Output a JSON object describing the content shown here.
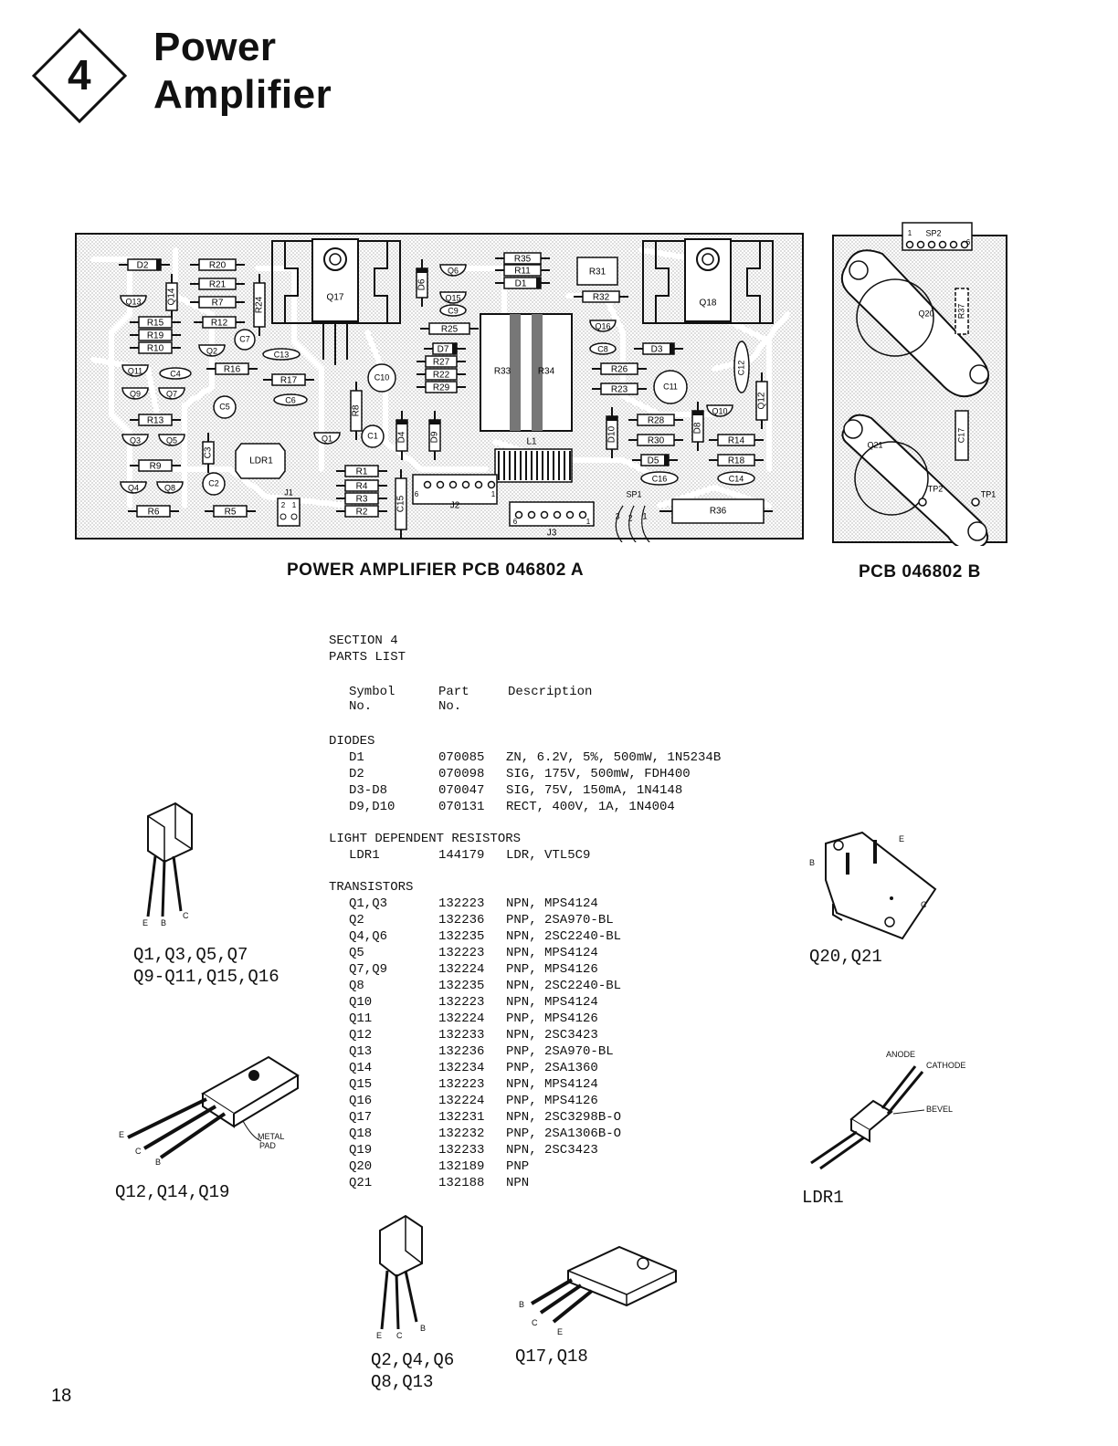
{
  "header": {
    "section_number": "4",
    "title_line1": "Power",
    "title_line2": "Amplifier"
  },
  "pcb": {
    "caption_a": "POWER AMPLIFIER PCB 046802 A",
    "caption_b": "PCB 046802 B",
    "components_a": [
      "D2",
      "R20",
      "R21",
      "R7",
      "R24",
      "Q14",
      "Q13",
      "R15",
      "R19",
      "R10",
      "R12",
      "C7",
      "Q2",
      "C13",
      "Q11",
      "C4",
      "R16",
      "R17",
      "C6",
      "Q9",
      "Q7",
      "C5",
      "R13",
      "Q3",
      "Q5",
      "C3",
      "LDR1",
      "R9",
      "C2",
      "Q4",
      "Q8",
      "R6",
      "R5",
      "J1",
      "Q17",
      "D6",
      "Q6",
      "R35",
      "R11",
      "D1",
      "R31",
      "R32",
      "Q15",
      "C9",
      "R25",
      "Q16",
      "D7",
      "C8",
      "D3",
      "R27",
      "R22",
      "R29",
      "R33",
      "R34",
      "R26",
      "R23",
      "C10",
      "C11",
      "C12",
      "R8",
      "D4",
      "D9",
      "Q1",
      "C1",
      "L1",
      "Q18",
      "D10",
      "R28",
      "D8",
      "Q10",
      "Q12",
      "R30",
      "R14",
      "D5",
      "R18",
      "C16",
      "C14",
      "R1",
      "R4",
      "R3",
      "R2",
      "C15",
      "J2",
      "J3",
      "SP1",
      "R36"
    ],
    "components_b": [
      "SP2",
      "Q20",
      "R37",
      "Q21",
      "C17",
      "TP2",
      "TP1"
    ],
    "j1_pins": [
      "2",
      "1"
    ],
    "j2_pins": [
      "6",
      "1"
    ],
    "j3_pins": [
      "6",
      "1"
    ],
    "sp1_pins": [
      "3",
      "2",
      "1"
    ],
    "sp2_pins": [
      "1",
      "6"
    ]
  },
  "parts_list": {
    "section_title": "SECTION 4",
    "subtitle": "PARTS LIST",
    "headers": {
      "symbol_l1": "Symbol",
      "symbol_l2": "No.",
      "part_l1": "Part",
      "part_l2": "No.",
      "description": "Description"
    },
    "diodes_title": "DIODES",
    "diodes": [
      {
        "symbol": "D1",
        "part": "070085",
        "desc": "ZN, 6.2V, 5%, 500mW, 1N5234B"
      },
      {
        "symbol": "D2",
        "part": "070098",
        "desc": "SIG, 175V, 500mW, FDH400"
      },
      {
        "symbol": "D3-D8",
        "part": "070047",
        "desc": "SIG, 75V, 150mA, 1N4148"
      },
      {
        "symbol": "D9,D10",
        "part": "070131",
        "desc": "RECT, 400V, 1A, 1N4004"
      }
    ],
    "ldr_title": "LIGHT DEPENDENT RESISTORS",
    "ldrs": [
      {
        "symbol": "LDR1",
        "part": "144179",
        "desc": "LDR, VTL5C9"
      }
    ],
    "transistors_title": "TRANSISTORS",
    "transistors": [
      {
        "symbol": "Q1,Q3",
        "part": "132223",
        "desc": "NPN, MPS4124"
      },
      {
        "symbol": "Q2",
        "part": "132236",
        "desc": "PNP, 2SA970-BL"
      },
      {
        "symbol": "Q4,Q6",
        "part": "132235",
        "desc": "NPN, 2SC2240-BL"
      },
      {
        "symbol": "Q5",
        "part": "132223",
        "desc": "NPN, MPS4124"
      },
      {
        "symbol": "Q7,Q9",
        "part": "132224",
        "desc": "PNP, MPS4126"
      },
      {
        "symbol": "Q8",
        "part": "132235",
        "desc": "NPN, 2SC2240-BL"
      },
      {
        "symbol": "Q10",
        "part": "132223",
        "desc": "NPN, MPS4124"
      },
      {
        "symbol": "Q11",
        "part": "132224",
        "desc": "PNP, MPS4126"
      },
      {
        "symbol": "Q12",
        "part": "132233",
        "desc": "NPN, 2SC3423"
      },
      {
        "symbol": "Q13",
        "part": "132236",
        "desc": "PNP, 2SA970-BL"
      },
      {
        "symbol": "Q14",
        "part": "132234",
        "desc": "PNP, 2SA1360"
      },
      {
        "symbol": "Q15",
        "part": "132223",
        "desc": "NPN, MPS4124"
      },
      {
        "symbol": "Q16",
        "part": "132224",
        "desc": "PNP, MPS4126"
      },
      {
        "symbol": "Q17",
        "part": "132231",
        "desc": "NPN, 2SC3298B-O"
      },
      {
        "symbol": "Q18",
        "part": "132232",
        "desc": "PNP, 2SA1306B-O"
      },
      {
        "symbol": "Q19",
        "part": "132233",
        "desc": "NPN, 2SC3423"
      },
      {
        "symbol": "Q20",
        "part": "132189",
        "desc": "PNP"
      },
      {
        "symbol": "Q21",
        "part": "132188",
        "desc": "NPN"
      }
    ]
  },
  "packages": {
    "to92_a": {
      "label_l1": "Q1,Q3,Q5,Q7",
      "label_l2": "Q9-Q11,Q15,Q16",
      "pins": [
        "E",
        "B",
        "C"
      ]
    },
    "to126": {
      "label": "Q12,Q14,Q19",
      "pins": [
        "E",
        "C",
        "B"
      ],
      "pad": "METAL",
      "pad2": "PAD"
    },
    "to3": {
      "label": "Q20,Q21",
      "pins": [
        "E",
        "B",
        "C"
      ]
    },
    "ldr": {
      "label": "LDR1",
      "anode": "ANODE",
      "cathode": "CATHODE",
      "bevel": "BEVEL"
    },
    "to92_b": {
      "label_l1": "Q2,Q4,Q6",
      "label_l2": "Q8,Q13",
      "pins": [
        "E",
        "C",
        "B"
      ]
    },
    "to220": {
      "label": "Q17,Q18",
      "pins": [
        "B",
        "C",
        "E"
      ]
    }
  },
  "footer": {
    "page_number": "18"
  }
}
